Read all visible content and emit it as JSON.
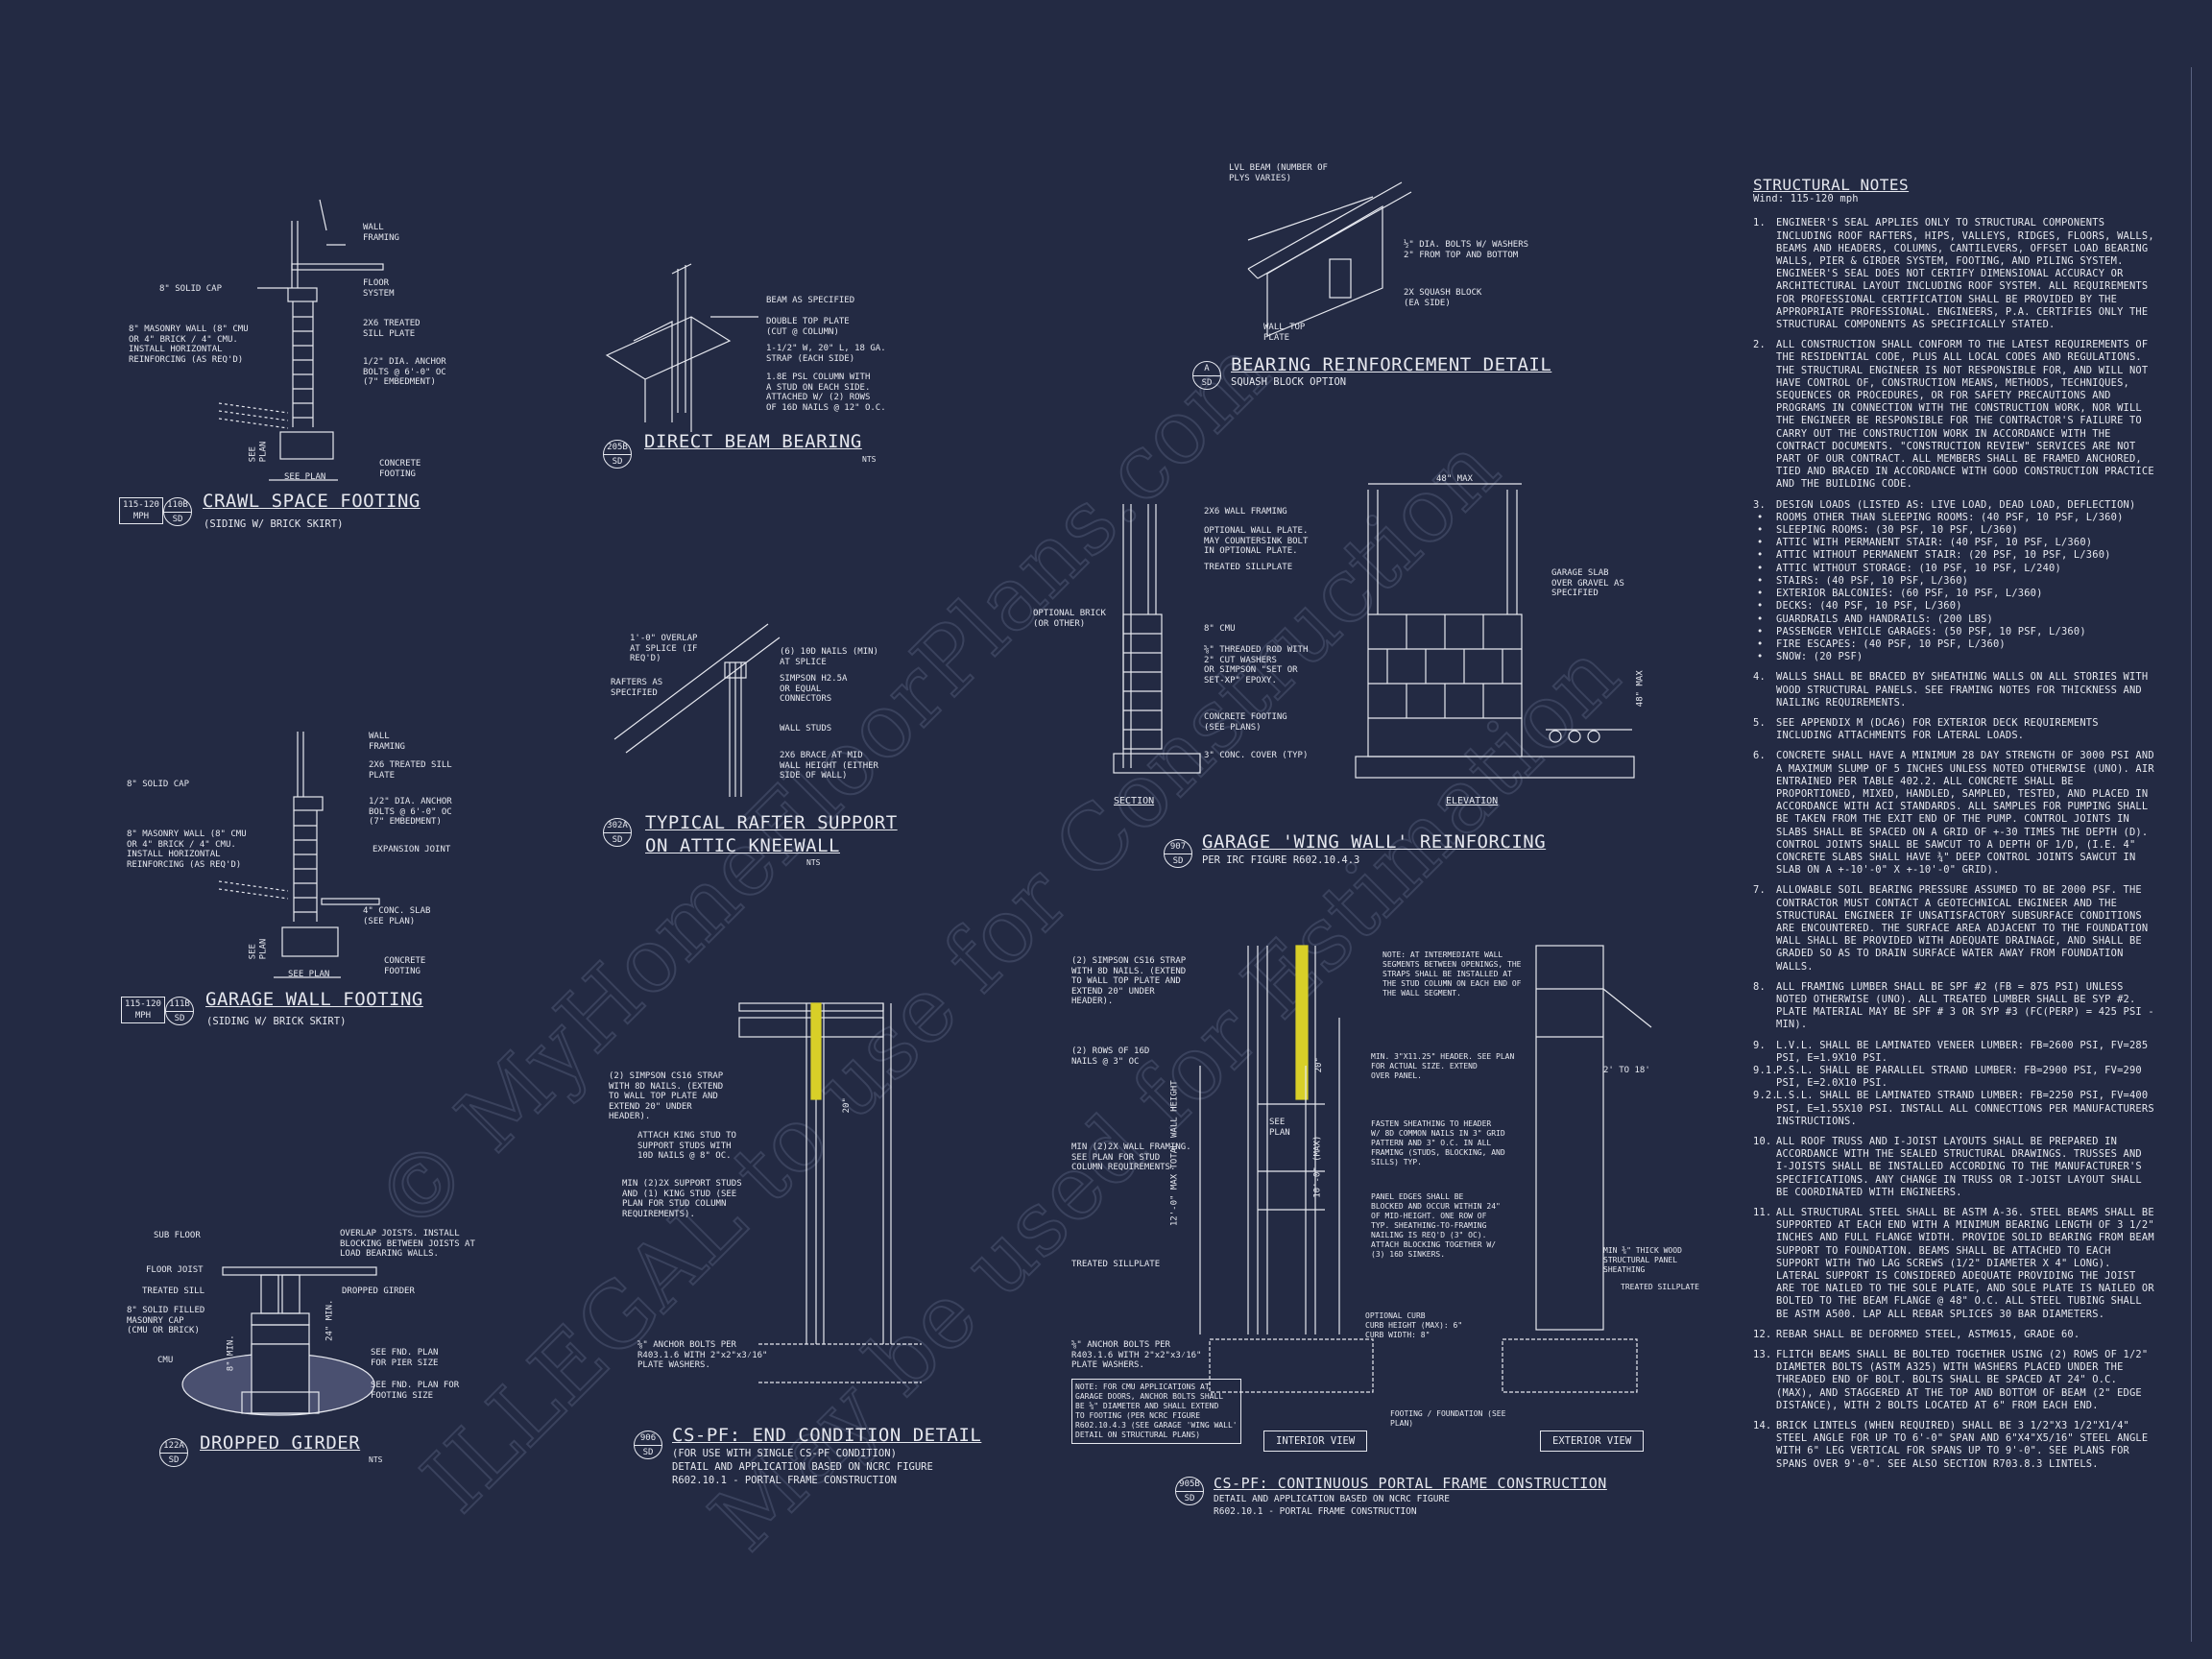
{
  "watermark": {
    "line1": "© MyHomeFloorPlans.com",
    "line2": "ILLEGAL to use for Construction",
    "line3": "May be used for Estimation"
  },
  "structural_notes": {
    "title": "STRUCTURAL NOTES",
    "subtitle": "Wind: 115-120 mph",
    "notes": [
      {
        "num": "1.",
        "text": "Engineer's seal applies only to structural components including roof rafters, hips, valleys, ridges, floors, walls, beams and headers, columns, cantilevers, offset load bearing walls, pier & girder system, footing, and piling system. Engineer's seal does not certify dimensional accuracy or architectural layout including roof system. All requirements for professional certification shall be provided by the appropriate professional. Engineers, P.A. certifies only the structural components as specifically stated."
      },
      {
        "num": "2.",
        "text": "All construction shall conform to the latest requirements of the residential code, plus all local codes and regulations. The structural engineer is not responsible for, and will not have control of, construction means, methods, techniques, sequences or procedures, or for safety precautions and programs in connection with the construction work, nor will the engineer be responsible for the contractor's failure to carry out the construction work in accordance with the contract documents. \"Construction review\" services are not part of our contract. All members shall be framed anchored, tied and braced in accordance with good construction practice and the building code."
      },
      {
        "num": "3.",
        "text": "Design loads (listed as: live load, dead load, deflection)"
      },
      {
        "num": "4.",
        "text": "Walls shall be braced by sheathing walls on all stories with wood structural panels. See framing notes for thickness and nailing requirements."
      },
      {
        "num": "5.",
        "text": "See appendix M (DCA6) for exterior deck requirements including attachments for lateral loads."
      },
      {
        "num": "6.",
        "text": "Concrete shall have a minimum 28 day strength of 3000 psi and a maximum slump of 5 inches unless noted otherwise (UNO). Air entrained per table 402.2. All concrete shall be proportioned, mixed, handled, sampled, tested, and placed in accordance with ACI standards. All samples for pumping shall be taken from the exit end of the pump. Control joints in slabs shall be spaced on a grid of +-30 times the depth (D). Control joints shall be sawcut to a depth of 1/D, (i.e. 4\" concrete slabs shall have ¾\" deep control joints sawcut in slab on a +-10'-0\" x +-10'-0\" grid)."
      },
      {
        "num": "7.",
        "text": "Allowable soil bearing pressure assumed to be 2000 psf. The contractor must contact a geotechnical engineer and the structural engineer if unsatisfactory subsurface conditions are encountered. The surface area adjacent to the foundation wall shall be provided with adequate drainage, and shall be graded so as to drain surface water away from foundation walls."
      },
      {
        "num": "8.",
        "text": "All framing lumber shall be SPF #2 (Fb = 875 psi) unless noted otherwise (UNO). All treated lumber shall be SYP #2. Plate material may be SPF # 3 or SYP #3 (Fc(perp) = 425 psi - min)."
      },
      {
        "num": "9.",
        "text": "L.V.L. shall be laminated veneer lumber: Fb=2600 psi, Fv=285 psi, E=1.9x10 psi."
      },
      {
        "num": "10.",
        "text": "All roof truss and I-joist layouts shall be prepared in accordance with the sealed structural drawings. Trusses and I-joists shall be installed according to the manufacturer's specifications. Any change in truss or I-joist layout shall be coordinated with engineers."
      },
      {
        "num": "11.",
        "text": "All structural steel shall be ASTM A-36. Steel beams shall be supported at each end with a minimum bearing length of 3 1/2\" inches and full flange width. Provide solid bearing from beam support to foundation. Beams shall be attached to each support with two lag screws (1/2\" diameter x 4\" long). Lateral support is considered adequate providing the joist are toe nailed to the sole plate, and sole plate is nailed or bolted to the beam flange @ 48\" o.c. All steel tubing shall be ASTM A500. Lap all rebar splices 30 bar diameters."
      },
      {
        "num": "12.",
        "text": "Rebar shall be deformed steel, ASTM615, grade 60."
      },
      {
        "num": "13.",
        "text": "Flitch beams shall be bolted together using (2) rows of 1/2\" diameter bolts (ASTM A325) with washers placed under the threaded end of bolt. Bolts shall be spaced at 24\" o.c. (max), and staggered at the top and bottom of beam (2\" edge distance), with 2 bolts located at 6\" from each end."
      },
      {
        "num": "14.",
        "text": "Brick lintels (when required) shall be 3 1/2\"x3 1/2\"x1/4\" steel angle for up to 6'-0\" span and 6\"x4\"x5/16\" steel angle with 6\" leg vertical for spans up to 9'-0\". See plans for spans over 9'-0\". See also section R703.8.3 lintels."
      }
    ],
    "loads": [
      "Rooms other than sleeping rooms: (40 psf, 10 psf, L/360)",
      "Sleeping rooms: (30 psf, 10 psf, L/360)",
      "Attic with permanent stair: (40 psf, 10 psf, L/360)",
      "Attic without permanent stair: (20 psf, 10 psf, L/360)",
      "Attic without storage: (10 psf, 10 psf, L/240)",
      "Stairs: (40 psf, 10 psf, L/360)",
      "Exterior balconies: (60 psf, 10 psf, L/360)",
      "Decks: (40 psf, 10 psf, L/360)",
      "Guardrails and handrails: (200 lbs)",
      "Passenger vehicle garages: (50 psf, 10 psf, L/360)",
      "Fire escapes: (40 psf, 10 psf, L/360)",
      "Snow: (20 psf)"
    ],
    "sub9": [
      {
        "num": "9.1.",
        "text": "P.S.L. shall be parallel strand lumber: Fb=2900 psi, Fv=290 psi, E=2.0x10 psi."
      },
      {
        "num": "9.2.",
        "text": "L.S.L. shall be laminated strand lumber: Fb=2250 psi, Fv=400 psi, E=1.55x10 psi. Install all connections per manufacturers instructions."
      }
    ]
  },
  "details": {
    "crawl": {
      "title": "CRAWL SPACE FOOTING",
      "sub": "(SIDING W/ BRICK SKIRT)",
      "tag_top": "110B",
      "tag_bot": "SD",
      "mph": "115-120\nMPH",
      "labels": {
        "wall": "WALL\nFRAMING",
        "cap": "8\" SOLID CAP",
        "floor": "FLOOR\nSYSTEM",
        "masonry": "8\" MASONRY WALL (8\" CMU\nOR 4\" BRICK / 4\" CMU.\nINSTALL HORIZONTAL\nREINFORCING (AS REQ'D)",
        "sill": "2x6 TREATED\nSILL PLATE",
        "bolts": "1/2\" DIA. ANCHOR\nBOLTS @ 6'-0\" OC\n(7\" EMBEDMENT)",
        "footing": "CONCRETE\nFOOTING",
        "see": "SEE PLAN",
        "seev": "SEE\nPLAN"
      }
    },
    "garage": {
      "title": "GARAGE WALL FOOTING",
      "sub": "(SIDING W/ BRICK SKIRT)",
      "tag_top": "111B",
      "tag_bot": "SD",
      "mph": "115-120\nMPH",
      "labels": {
        "wall": "WALL\nFRAMING",
        "cap": "8\" SOLID CAP",
        "sill": "2x6 TREATED SILL\nPLATE",
        "bolts": "1/2\" DIA. ANCHOR\nBOLTS @ 6'-0\" OC\n(7\" EMBEDMENT)",
        "masonry": "8\" MASONRY WALL (8\" CMU\nOR 4\" BRICK / 4\" CMU.\nINSTALL HORIZONTAL\nREINFORCING (AS REQ'D)",
        "exp": "EXPANSION JOINT",
        "slab": "4\" CONC. SLAB\n(SEE PLAN)",
        "footing": "CONCRETE\nFOOTING",
        "see": "SEE PLAN",
        "seev": "SEE\nPLAN"
      }
    },
    "girder": {
      "title": "DROPPED GIRDER",
      "tag_top": "122A",
      "tag_bot": "SD",
      "nts": "NTS",
      "labels": {
        "sub": "SUB FLOOR",
        "joist": "FLOOR JOIST",
        "sill": "TREATED SILL",
        "cap": "8\" SOLID FILLED\nMASONRY CAP\n(CMU OR BRICK)",
        "cmu": "CMU",
        "overlap": "OVERLAP JOISTS. INSTALL\nBLOCKING BETWEEN JOISTS AT\nLOAD BEARING WALLS.",
        "dropped": "DROPPED GIRDER",
        "dim1": "24\" MIN.",
        "dim2": "8\" MIN.",
        "pier": "SEE FND. PLAN\nFOR PIER SIZE",
        "ftg": "SEE FND. PLAN FOR\nFOOTING SIZE"
      }
    },
    "beam": {
      "title": "DIRECT BEAM BEARING",
      "tag_top": "205B",
      "tag_bot": "SD",
      "nts": "NTS",
      "labels": {
        "beam": "BEAM AS SPECIFIED",
        "plate": "DOUBLE TOP PLATE\n(CUT @ COLUMN)",
        "strap": "1-1/2\" W, 20\" L, 18 GA.\nSTRAP (EACH SIDE)",
        "psl": "1.8E PSL COLUMN WITH\nA STUD ON EACH SIDE.\nATTACHED W/ (2) ROWS\nOF 16d NAILS @ 12\" O.C."
      }
    },
    "rafter": {
      "title": "TYPICAL RAFTER SUPPORT",
      "title2": "ON ATTIC KNEEWALL",
      "tag_top": "302A",
      "tag_bot": "SD",
      "nts": "NTS",
      "labels": {
        "overlap": "1'-0\" OVERLAP\nAT SPLICE (IF\nREQ'D)",
        "rafters": "RAFTERS AS\nSPECIFIED",
        "nails": "(6) 10d NAILS (MIN)\nAT SPLICE",
        "simpson": "SIMPSON H2.5A\nOR EQUAL\nCONNECTORS",
        "studs": "WALL STUDS",
        "brace": "2x6 BRACE AT MID\nWALL HEIGHT (EITHER\nSIDE OF WALL)"
      }
    },
    "endcond": {
      "title": "CS-PF: END CONDITION DETAIL",
      "tag_top": "906",
      "tag_bot": "SD",
      "sub1": "(FOR USE WITH SINGLE CS-PF CONDITION)",
      "sub2": "DETAIL AND APPLICATION BASED ON NCRC FIGURE",
      "sub3": "R602.10.1 - PORTAL FRAME CONSTRUCTION",
      "labels": {
        "strap": "(2) SIMPSON CS16 STRAP\nWITH 8d NAILS. (EXTEND\nTO WALL TOP PLATE AND\nEXTEND 20\" UNDER\nHEADER).",
        "king": "ATTACH KING STUD TO\nSUPPORT STUDS WITH\n10d NAILS @ 8\" OC.",
        "min": "MIN (2)2X SUPPORT STUDS\nAND (1) KING STUD (SEE\nPLAN FOR STUD COLUMN\nREQUIREMENTS).",
        "anchor": "⅝\" ANCHOR BOLTS PER\nR403.1.6 WITH 2\"x2\"x3⁄16\"\nPLATE WASHERS.",
        "dim": "20\""
      }
    },
    "bearing": {
      "title": "BEARING REINFORCEMENT DETAIL",
      "tag_top": "A",
      "tag_bot": "SD",
      "sub": "SQUASH BLOCK OPTION",
      "labels": {
        "lvl": "LVL BEAM (NUMBER OF\nPLYS VARIES)",
        "bolts": "½\" DIA. BOLTS W/ WASHERS\n2\" FROM TOP AND BOTTOM",
        "squash": "2x SQUASH BLOCK\n(EA SIDE)",
        "plate": "WALL TOP\nPLATE"
      }
    },
    "wingwall": {
      "title": "GARAGE 'WING WALL' REINFORCING",
      "tag_top": "907",
      "tag_bot": "SD",
      "sub": "PER IRC FIGURE R602.10.4.3",
      "section": "SECTION",
      "elevation": "ELEVATION",
      "labels": {
        "framing": "2x6 WALL FRAMING",
        "optplate": "OPTIONAL WALL PLATE.\nMAY COUNTERSINK BOLT\nIN OPTIONAL PLATE.",
        "sill": "TREATED SILLPLATE",
        "brick": "OPTIONAL BRICK\n(OR OTHER)",
        "cmu": "8\" CMU",
        "rod": "⅝\" THREADED ROD WITH\n2\" CUT WASHERS\nOR SIMPSON \"SET OR\nSET-XP\" EPOXY.",
        "footing": "CONCRETE FOOTING\n(SEE PLANS)",
        "cover": "3\" CONC. COVER (TYP)",
        "slab": "GARAGE SLAB\nOVER GRAVEL AS\nSPECIFIED",
        "max1": "48\" MAX",
        "max2": "48\" MAX"
      }
    },
    "portal": {
      "title": "CS-PF: CONTINUOUS PORTAL FRAME CONSTRUCTION",
      "tag_top": "905B",
      "tag_bot": "SD",
      "sub1": "DETAIL AND APPLICATION BASED ON NCRC FIGURE",
      "sub2": "R602.10.1 - PORTAL FRAME CONSTRUCTION",
      "interior": "INTERIOR VIEW",
      "exterior": "EXTERIOR VIEW",
      "labels": {
        "strap": "(2) SIMPSON CS16 STRAP\nWITH 8d NAILS. (EXTEND\nTO WALL TOP PLATE AND\nEXTEND 20\" UNDER\nHEADER).",
        "rows": "(2) ROWS OF 16d\nNAILS @ 3\" OC",
        "min": "MIN (2)2X WALL FRAMING.\nSEE PLAN FOR STUD\nCOLUMN REQUIREMENTS.",
        "sill": "TREATED SILLPLATE",
        "anchor": "⅝\" ANCHOR BOLTS PER\nR403.1.6 WITH 2\"x2\"x3⁄16\"\nPLATE WASHERS.",
        "note": "NOTE: FOR CMU APPLICATIONS AT\nGARAGE DOORS, ANCHOR BOLTS SHALL\nBE ⅝\" DIAMETER AND SHALL EXTEND\nTO FOOTING (PER NCRC FIGURE\nR602.10.4.3 (SEE GARAGE 'WING WALL'\nDETAIL ON STRUCTURAL PLANS)",
        "inter": "NOTE: AT INTERMEDIATE WALL\nSEGMENTS BETWEEN OPENINGS, THE\nSTRAPS SHALL BE INSTALLED AT\nTHE STUD COLUMN ON EACH END OF\nTHE WALL SEGMENT.",
        "header": "MIN. 3\"x11.25\" HEADER. SEE PLAN\nFOR ACTUAL SIZE. EXTEND\nOVER PANEL.",
        "fasten": "FASTEN SHEATHING TO HEADER\nW/ 8d COMMON NAILS IN 3\" GRID\nPATTERN AND 3\" O.C. IN ALL\nFRAMING (STUDS, BLOCKING, AND\nSILLS) TYP.",
        "panel": "PANEL EDGES SHALL BE\nBLOCKED AND OCCUR WITHIN 24\"\nOF MID-HEIGHT. ONE ROW OF\nTYP. SHEATHING-TO-FRAMING\nNAILING IS REQ'D (3\" OC).\nATTACH BLOCKING TOGETHER W/\n(3) 16d SINKERS.",
        "curb": "OPTIONAL CURB\nCURB HEIGHT (MAX): 6\"\nCURB WIDTH: 8\"",
        "fnd": "FOOTING / FOUNDATION (SEE\nPLAN)",
        "osb": "MIN ⅜\" THICK WOOD\nSTRUCTURAL PANEL\nSHEATHING",
        "tsill": "TREATED SILLPLATE",
        "total": "12'-0\" MAX TOTAL WALL HEIGHT",
        "ten": "10'-0\" (MAX)",
        "twenty": "20\"",
        "seeplan": "SEE\nPLAN",
        "dim": "2' TO 18'"
      }
    }
  }
}
